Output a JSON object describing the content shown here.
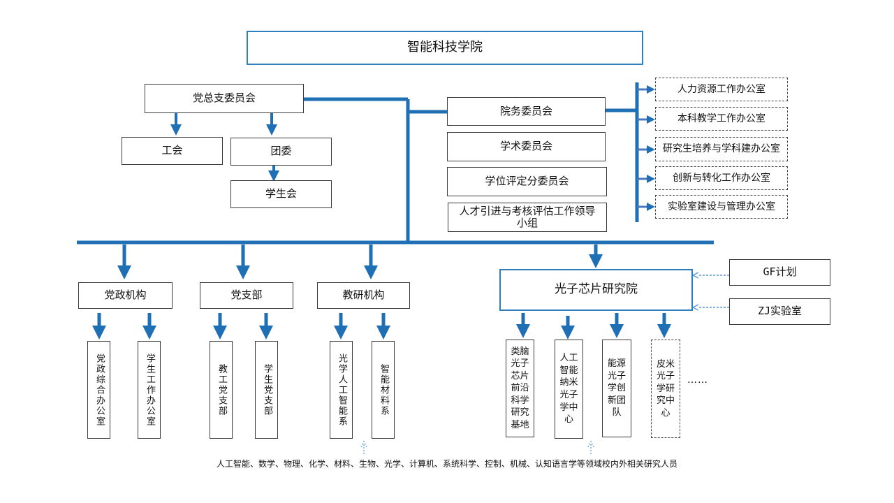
{
  "title": "智能科技学院",
  "party": {
    "main": "党总支委员会",
    "union": "工会",
    "league": "团委",
    "student_union": "学生会"
  },
  "committees": [
    "院务委员会",
    "学术委员会",
    "学位评定分委员会",
    "人才引进与考核评估工作领导小组"
  ],
  "offices": [
    "人力资源工作办公室",
    "本科教学工作办公室",
    "研究生培养与学科建办公室",
    "创新与转化工作办公室",
    "实验室建设与管理办公室"
  ],
  "units": {
    "admin": "党政机构",
    "branch": "党支部",
    "teaching": "教研机构"
  },
  "leaves": {
    "admin1": "党政综合办公室",
    "admin2": "学生工作办公室",
    "branch1": "教工党支部",
    "branch2": "学生党支部",
    "teach1": "光学人工智能系",
    "teach2": "智能材料系"
  },
  "institute": {
    "name": "光子芯片研究院",
    "gf": "GF计划",
    "zj": "ZJ实验室",
    "centers": [
      "类脑光子芯片前沿科学研究基地",
      "人工智能纳米光子学中心",
      "能源光子学创新团队",
      "皮米光子学研究中心"
    ],
    "ellipsis": "……"
  },
  "footer": "人工智能、数学、物理、化学、材料、生物、光学、计算机、系统科学、控制、机械、认知语言学等领域校内外相关研究人员",
  "colors": {
    "accent": "#1f6fb5",
    "border": "#3a3a3a"
  }
}
